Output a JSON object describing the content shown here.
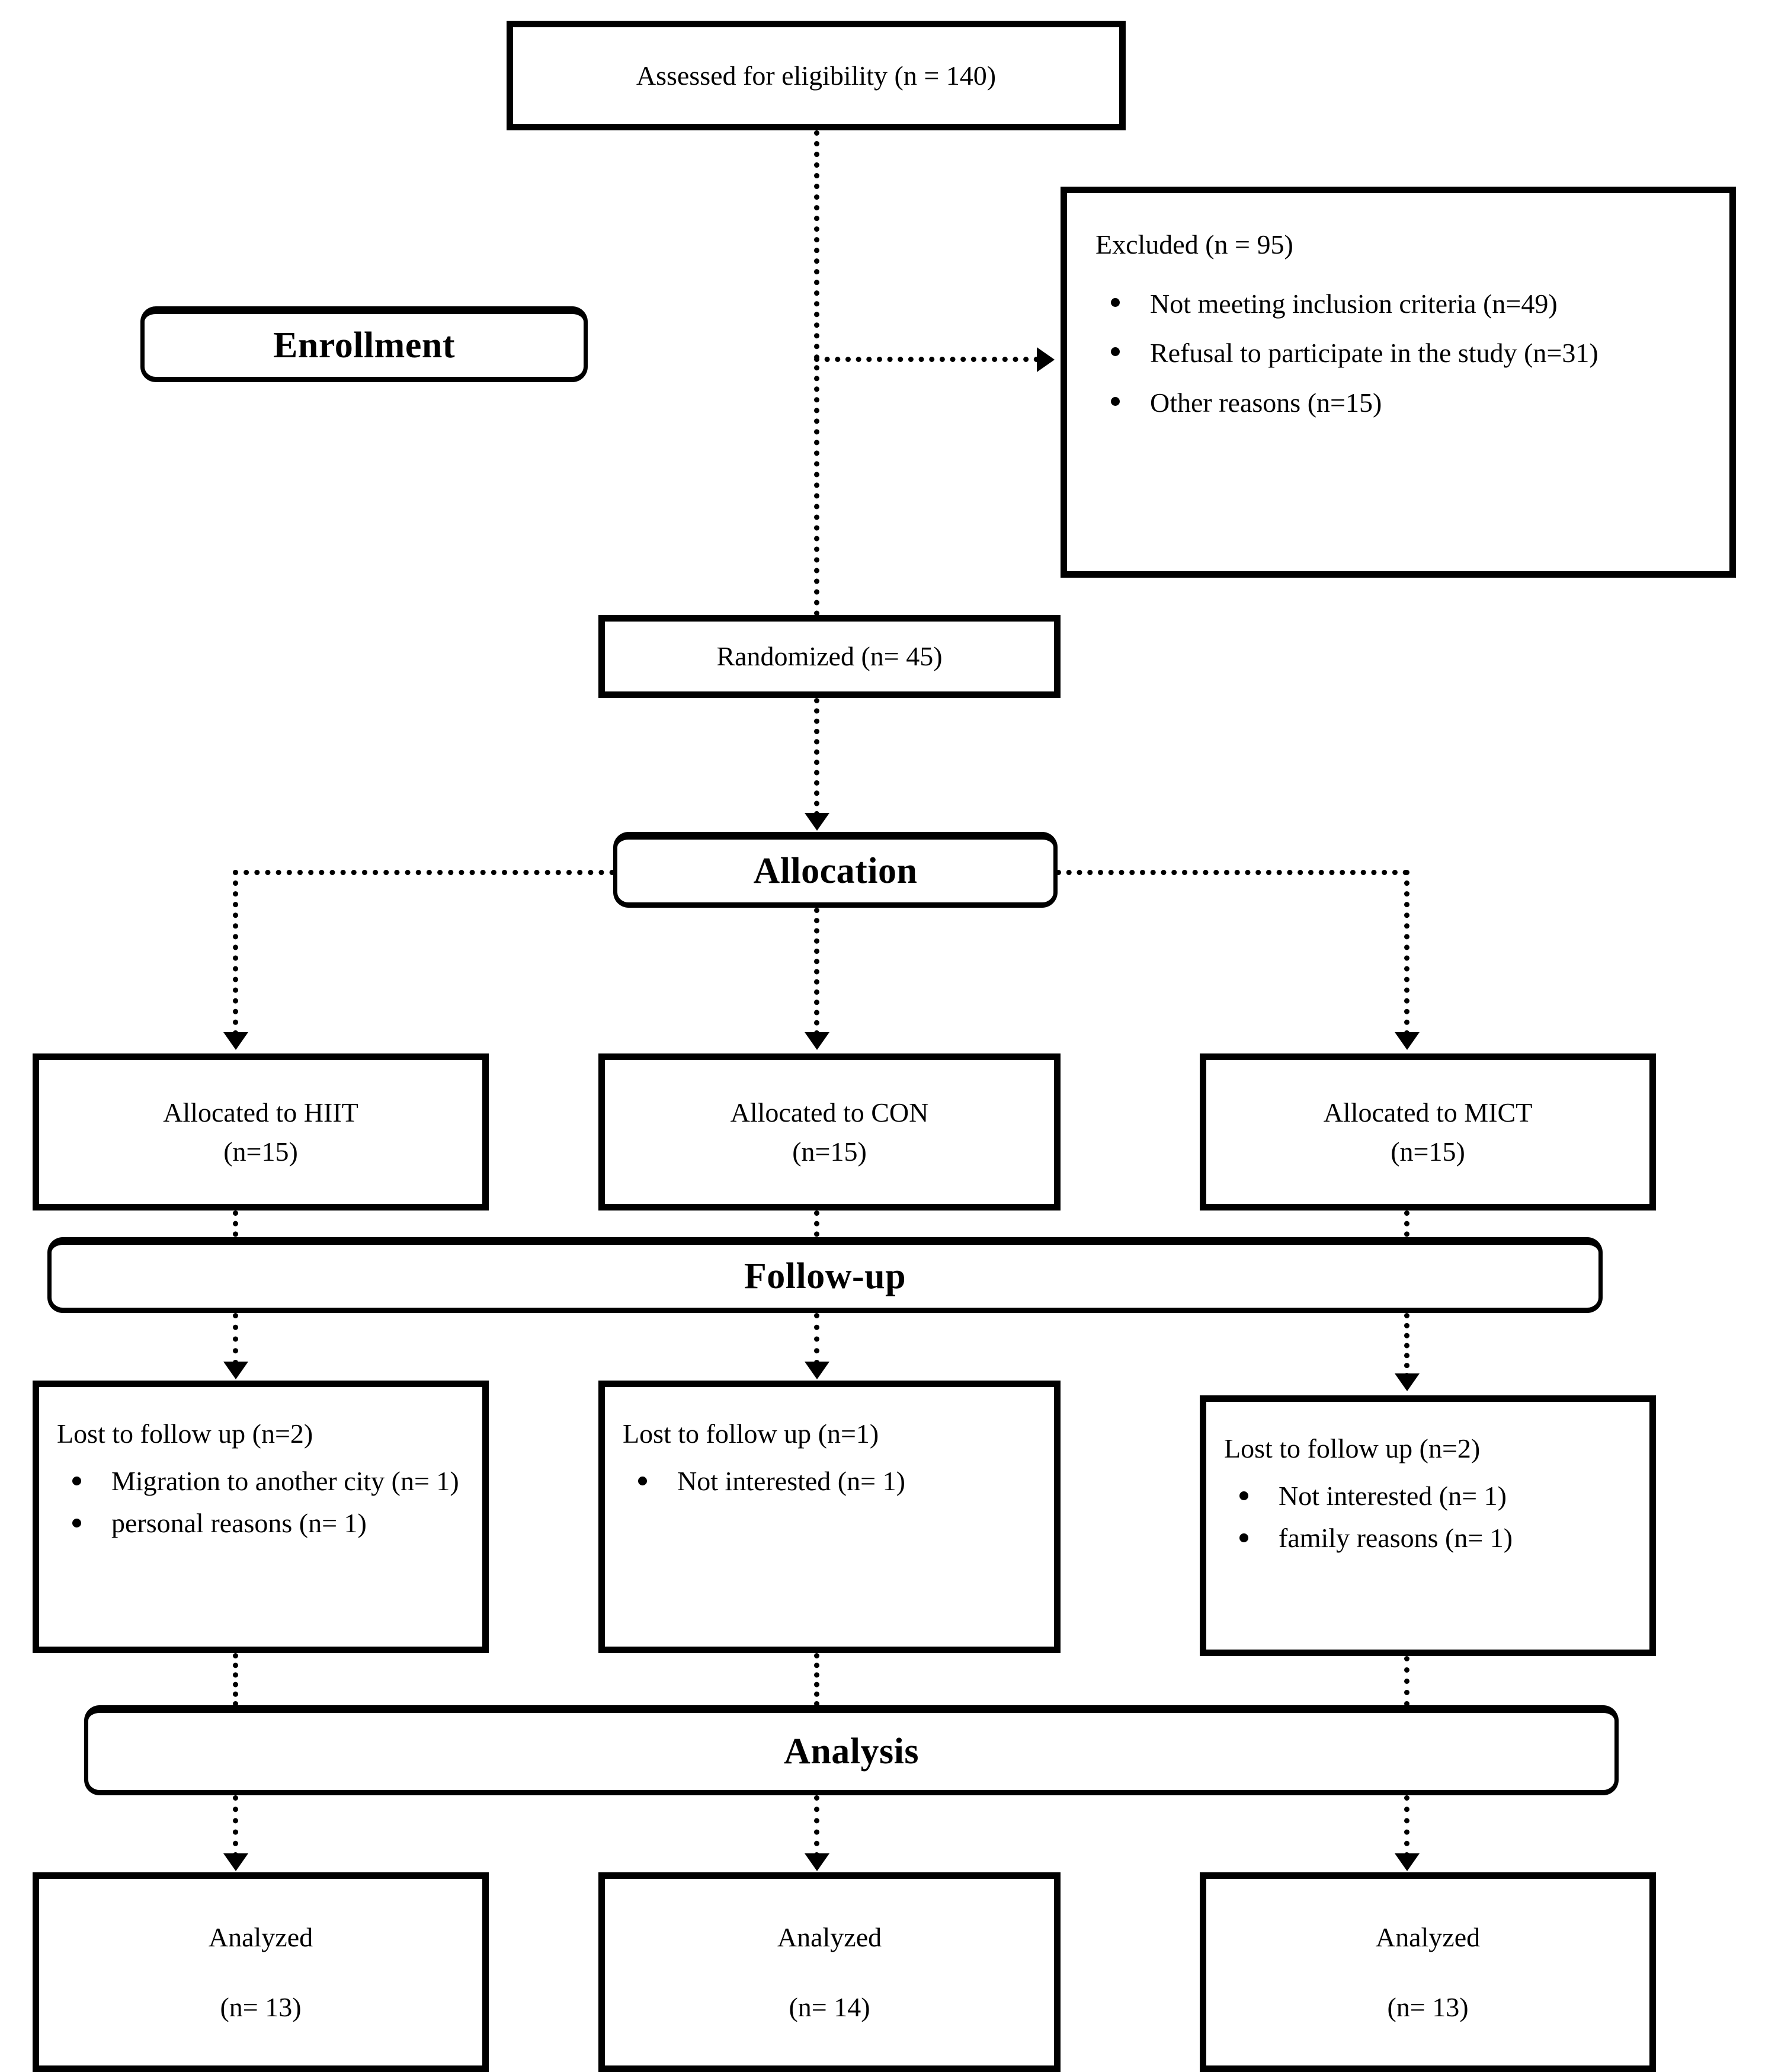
{
  "diagram": {
    "title": "CONSORT participant flow diagram",
    "ink_color": "#000000",
    "background_color": "#ffffff"
  },
  "stages": {
    "enrollment": "Enrollment",
    "allocation": "Allocation",
    "followup": "Follow-up",
    "analysis": "Analysis"
  },
  "nodes": {
    "assessed": {
      "text": "Assessed for eligibility (n = 140)"
    },
    "excluded": {
      "header": "Excluded (n = 95)",
      "reasons": [
        "Not meeting inclusion criteria (n=49)",
        "Refusal to participate in the study (n=31)",
        "Other reasons (n=15)"
      ]
    },
    "randomized": {
      "text": "Randomized (n= 45)"
    },
    "allocated": [
      {
        "line1": "Allocated to HIIT",
        "line2": "(n=15)"
      },
      {
        "line1": "Allocated to CON",
        "line2": "(n=15)"
      },
      {
        "line1": "Allocated to MICT",
        "line2": "(n=15)"
      }
    ],
    "lost": [
      {
        "header": "Lost to follow up (n=2)",
        "reasons": [
          "Migration to another city (n= 1)",
          "personal reasons (n= 1)"
        ]
      },
      {
        "header": "Lost to follow up (n=1)",
        "reasons": [
          "Not interested (n= 1)"
        ]
      },
      {
        "header": "Lost to follow up (n=2)",
        "reasons": [
          "Not interested (n= 1)",
          "family reasons (n= 1)"
        ]
      }
    ],
    "analyzed": [
      {
        "line1": "Analyzed",
        "line2": "(n= 13)"
      },
      {
        "line1": "Analyzed",
        "line2": "(n= 14)"
      },
      {
        "line1": "Analyzed",
        "line2": "(n= 13)"
      }
    ]
  },
  "chart_data": {
    "type": "table",
    "title": "CONSORT flow: participants by stage",
    "categories": [
      "HIIT",
      "CON",
      "MICT"
    ],
    "series": [
      {
        "name": "Allocated",
        "values": [
          15,
          15,
          15
        ]
      },
      {
        "name": "Lost to follow up",
        "values": [
          2,
          1,
          2
        ]
      },
      {
        "name": "Analyzed",
        "values": [
          13,
          14,
          13
        ]
      }
    ],
    "totals": {
      "assessed_for_eligibility": 140,
      "excluded": 95,
      "excluded_not_meeting_inclusion_criteria": 49,
      "excluded_refusal_to_participate": 31,
      "excluded_other_reasons": 15,
      "randomized": 45
    }
  }
}
